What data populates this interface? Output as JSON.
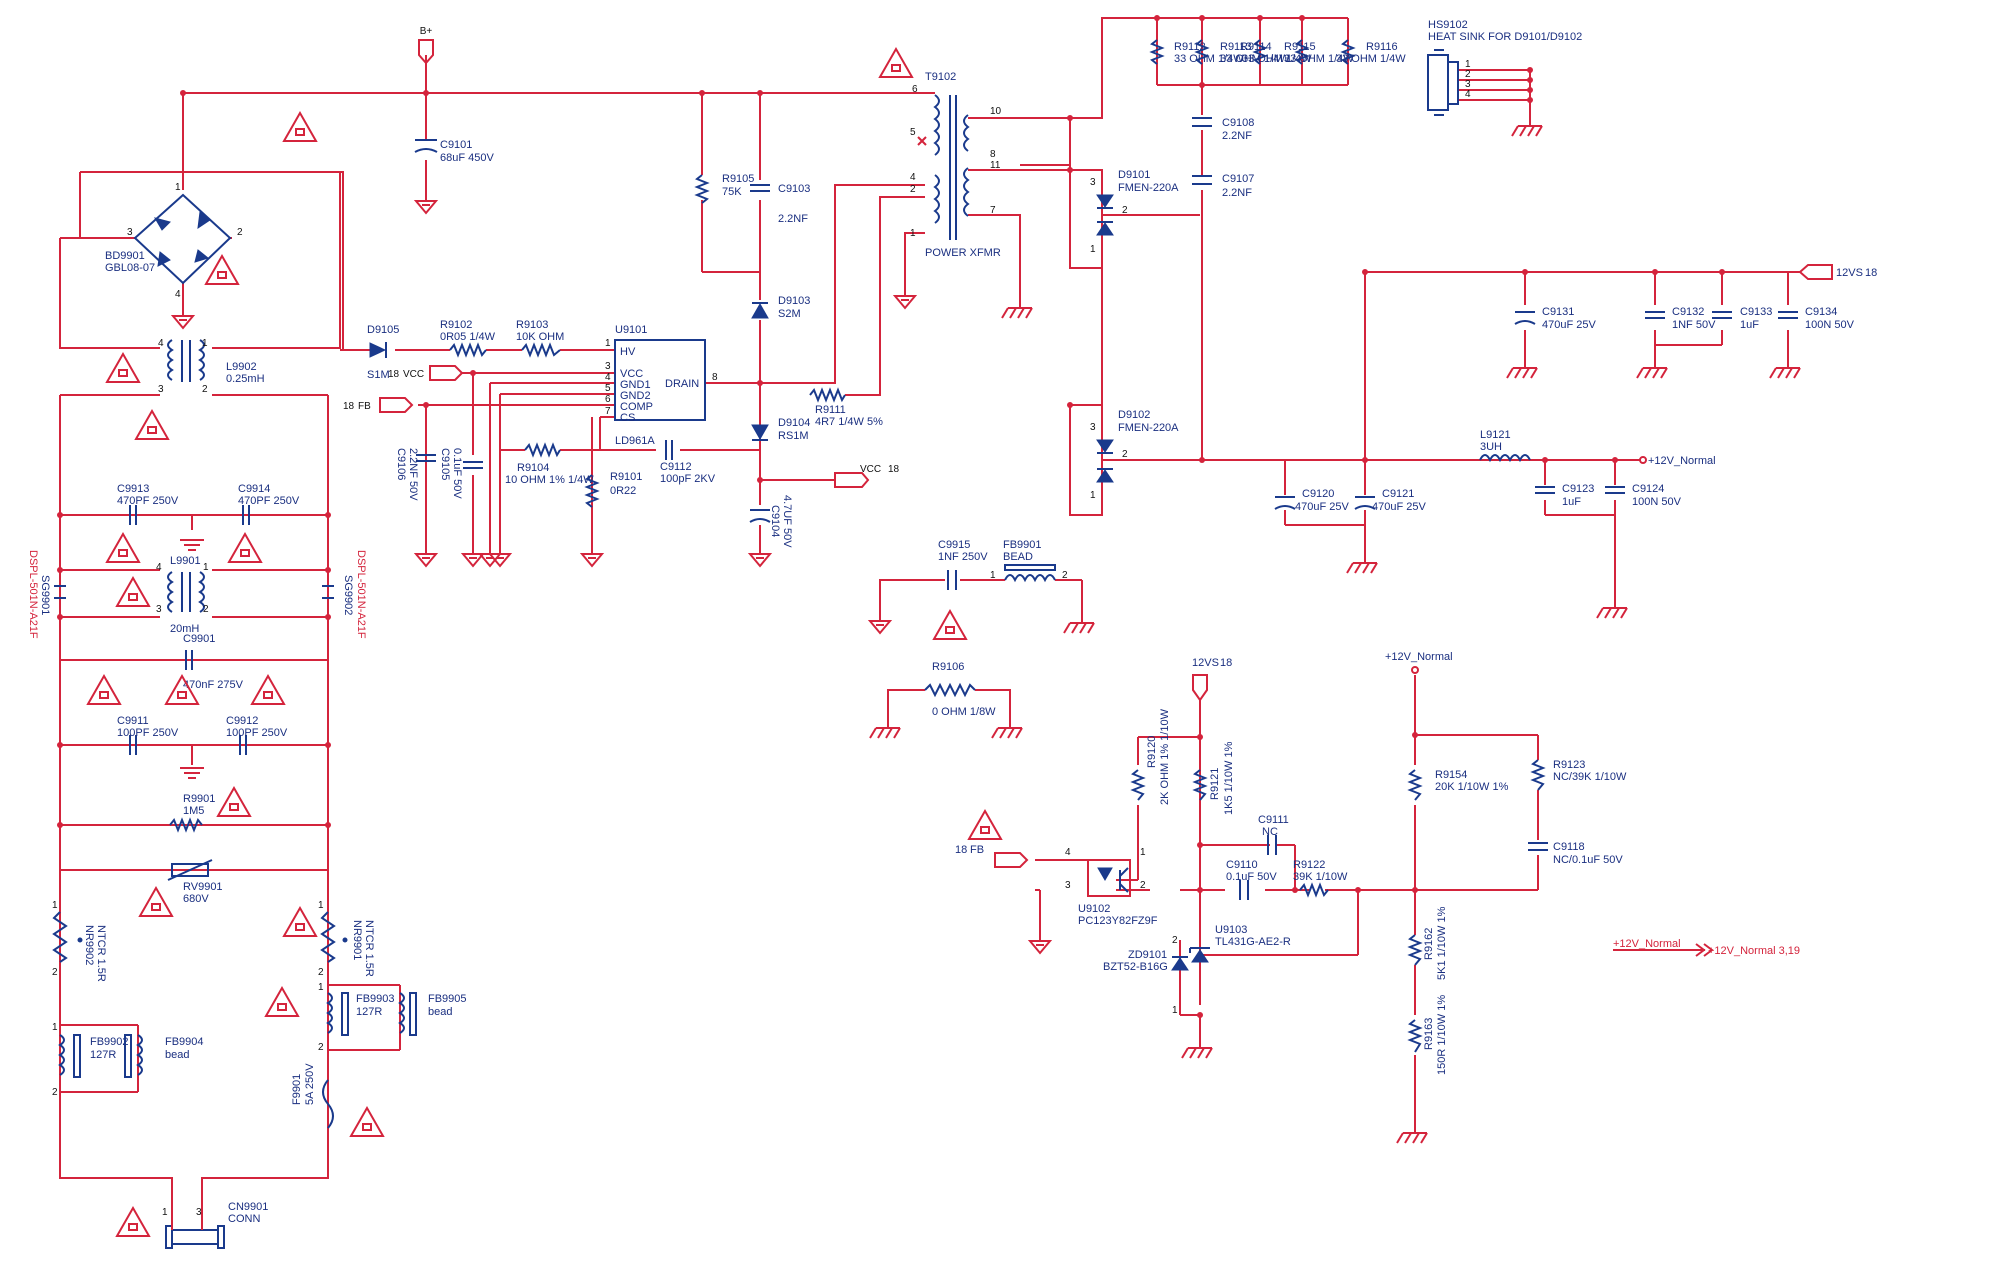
{
  "components": [
    {
      "id": "bd9901",
      "ref": "BD9901",
      "value": "GBL08-07"
    },
    {
      "id": "l9902",
      "ref": "L9902",
      "value": "0.25mH"
    },
    {
      "id": "l9901",
      "ref": "L9901",
      "value": "20mH"
    },
    {
      "id": "c9913",
      "ref": "C9913",
      "value": "470PF 250V"
    },
    {
      "id": "c9914",
      "ref": "C9914",
      "value": "470PF 250V"
    },
    {
      "id": "c9901",
      "ref": "C9901",
      "value": "470nF 275V"
    },
    {
      "id": "c9911",
      "ref": "C9911",
      "value": "100PF 250V"
    },
    {
      "id": "c9912",
      "ref": "C9912",
      "value": "100PF 250V"
    },
    {
      "id": "r9901",
      "ref": "R9901",
      "value": "1M5"
    },
    {
      "id": "rv9901",
      "ref": "RV9901",
      "value": "680V"
    },
    {
      "id": "sg9901",
      "ref": "SG9901",
      "value": "DSPL-501N-A21F"
    },
    {
      "id": "sg9902",
      "ref": "SG9902",
      "value": "DSPL-501N-A21F"
    },
    {
      "id": "nr9902",
      "ref": "NR9902",
      "value": "NTCR 1.5R"
    },
    {
      "id": "nr9901",
      "ref": "NR9901",
      "value": "NTCR 1.5R"
    },
    {
      "id": "fb9902",
      "ref": "FB9902",
      "value": "127R"
    },
    {
      "id": "fb9904",
      "ref": "FB9904",
      "value": "bead"
    },
    {
      "id": "fb9903",
      "ref": "FB9903",
      "value": "127R"
    },
    {
      "id": "fb9905",
      "ref": "FB9905",
      "value": "bead"
    },
    {
      "id": "f9901",
      "ref": "F9901",
      "value": "5A 250V"
    },
    {
      "id": "cn9901",
      "ref": "CN9901",
      "value": "CONN"
    },
    {
      "id": "c9101",
      "ref": "C9101",
      "value": "68uF 450V"
    },
    {
      "id": "d9105",
      "ref": "D9105",
      "value": "S1M"
    },
    {
      "id": "r9102",
      "ref": "R9102",
      "value": "0R05 1/4W"
    },
    {
      "id": "r9103",
      "ref": "R9103",
      "value": "10K OHM"
    },
    {
      "id": "u9101",
      "ref": "U9101",
      "value": "LD961A"
    },
    {
      "id": "c9106",
      "ref": "C9106",
      "value": "2.2NF 50V"
    },
    {
      "id": "c9105",
      "ref": "C9105",
      "value": "0.1uF 50V"
    },
    {
      "id": "r9104",
      "ref": "R9104",
      "value": "10 OHM 1% 1/4W"
    },
    {
      "id": "r9101",
      "ref": "R9101",
      "value": "0R22"
    },
    {
      "id": "c9112",
      "ref": "C9112",
      "value": "100pF 2KV"
    },
    {
      "id": "r9105",
      "ref": "R9105",
      "value": "75K"
    },
    {
      "id": "c9103",
      "ref": "C9103",
      "value": "2.2NF"
    },
    {
      "id": "d9103",
      "ref": "D9103",
      "value": "S2M"
    },
    {
      "id": "d9104",
      "ref": "D9104",
      "value": "RS1M"
    },
    {
      "id": "r9111",
      "ref": "R9111",
      "value": "4R7 1/4W 5%"
    },
    {
      "id": "c9104",
      "ref": "C9104",
      "value": "4.7UF 50V"
    },
    {
      "id": "t9102",
      "ref": "T9102",
      "value": "POWER XFMR"
    },
    {
      "id": "d9101",
      "ref": "D9101",
      "value": "FMEN-220A"
    },
    {
      "id": "d9102",
      "ref": "D9102",
      "value": "FMEN-220A"
    },
    {
      "id": "r9112",
      "ref": "R9112",
      "value": "33 OHM 1/4W"
    },
    {
      "id": "r9113",
      "ref": "R9113",
      "value": "33 OHM 1/4W"
    },
    {
      "id": "r9114",
      "ref": "R9114",
      "value": "33 OHM 1/4W"
    },
    {
      "id": "r9115",
      "ref": "R9115",
      "value": "33 OHM 1/4W"
    },
    {
      "id": "r9116",
      "ref": "R9116",
      "value": "33 OHM 1/4W"
    },
    {
      "id": "hs9102",
      "ref": "HS9102",
      "value": "HEAT SINK FOR D9101/D9102"
    },
    {
      "id": "c9108",
      "ref": "C9108",
      "value": "2.2NF"
    },
    {
      "id": "c9107",
      "ref": "C9107",
      "value": "2.2NF"
    },
    {
      "id": "c9131",
      "ref": "C9131",
      "value": "470uF 25V"
    },
    {
      "id": "c9132",
      "ref": "C9132",
      "value": "1NF 50V"
    },
    {
      "id": "c9133",
      "ref": "C9133",
      "value": "1uF"
    },
    {
      "id": "c9134",
      "ref": "C9134",
      "value": "100N 50V"
    },
    {
      "id": "l9121",
      "ref": "L9121",
      "value": "3UH"
    },
    {
      "id": "c9120",
      "ref": "C9120",
      "value": "470uF 25V"
    },
    {
      "id": "c9121",
      "ref": "C9121",
      "value": "470uF 25V"
    },
    {
      "id": "c9123",
      "ref": "C9123",
      "value": "1uF"
    },
    {
      "id": "c9124",
      "ref": "C9124",
      "value": "100N 50V"
    },
    {
      "id": "c9915",
      "ref": "C9915",
      "value": "1NF 250V"
    },
    {
      "id": "fb9901",
      "ref": "FB9901",
      "value": "BEAD"
    },
    {
      "id": "r9106",
      "ref": "R9106",
      "value": "0 OHM 1/8W"
    },
    {
      "id": "u9102",
      "ref": "U9102",
      "value": "PC123Y82FZ9F"
    },
    {
      "id": "r9120",
      "ref": "R9120",
      "value": "2K OHM 1% 1/10W"
    },
    {
      "id": "r9121",
      "ref": "R9121",
      "value": "1K5 1/10W 1%"
    },
    {
      "id": "c9111",
      "ref": "C9111",
      "value": "NC"
    },
    {
      "id": "c9110",
      "ref": "C9110",
      "value": "0.1uF 50V"
    },
    {
      "id": "r9122",
      "ref": "R9122",
      "value": "39K 1/10W"
    },
    {
      "id": "u9103",
      "ref": "U9103",
      "value": "TL431G-AE2-R"
    },
    {
      "id": "zd9101",
      "ref": "ZD9101",
      "value": "BZT52-B16G"
    },
    {
      "id": "r9154",
      "ref": "R9154",
      "value": "20K 1/10W 1%"
    },
    {
      "id": "r9123",
      "ref": "R9123",
      "value": "NC/39K 1/10W"
    },
    {
      "id": "c9118",
      "ref": "C9118",
      "value": "NC/0.1uF 50V"
    },
    {
      "id": "r9162",
      "ref": "R9162",
      "value": "5K1 1/10W 1%"
    },
    {
      "id": "r9163",
      "ref": "R9163",
      "value": "150R 1/10W 1%"
    }
  ],
  "nets": {
    "bplus": "B+",
    "vcc": "VCC",
    "vcc_sheet": "18",
    "fb": "FB",
    "fb_sheet": "18",
    "v12vs": "12VS",
    "v12vs_sheet": "18",
    "v12_normal": "+12V_Normal",
    "offsheet_label": "+12V_Normal",
    "offsheet_pages": "+12V_Normal  3,19"
  },
  "ic_pins": {
    "hv": "HV",
    "vcc": "VCC",
    "gnd1": "GND1",
    "gnd2": "GND2",
    "comp": "COMP",
    "cs": "CS",
    "drain": "DRAIN"
  },
  "pin_numbers": {
    "p1": "1",
    "p2": "2",
    "p3": "3",
    "p4": "4",
    "p5": "5",
    "p6": "6",
    "p7": "7",
    "p8": "8",
    "p10": "10",
    "p11": "11"
  },
  "colors": {
    "wire": "#d4243c",
    "component": "#1a3a8c",
    "label": "#1a2f80"
  }
}
